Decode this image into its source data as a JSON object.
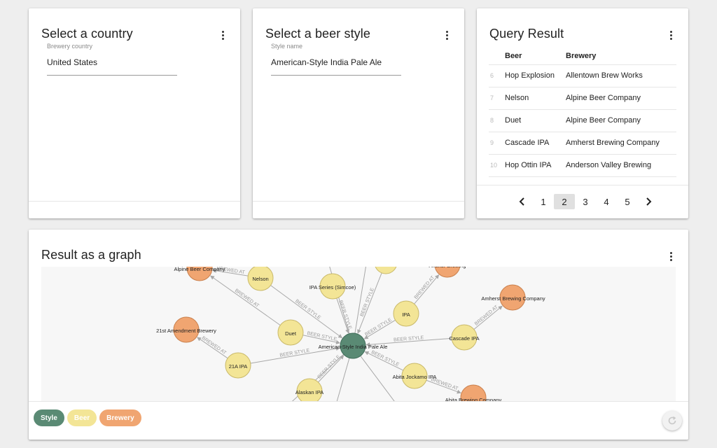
{
  "colors": {
    "style": "#5a8a74",
    "beer": "#f3e596",
    "brewery": "#f0a571",
    "edge": "#a8a8a8"
  },
  "country_card": {
    "title": "Select a country",
    "field_label": "Brewery country",
    "field_value": "United States"
  },
  "style_card": {
    "title": "Select a beer style",
    "field_label": "Style name",
    "field_value": "American-Style India Pale Ale"
  },
  "result_card": {
    "title": "Query Result",
    "columns": [
      "Beer",
      "Brewery"
    ],
    "rows": [
      {
        "index": "6",
        "beer": "Hop Explosion",
        "brewery": "Allentown Brew Works"
      },
      {
        "index": "7",
        "beer": "Nelson",
        "brewery": "Alpine Beer Company"
      },
      {
        "index": "8",
        "beer": "Duet",
        "brewery": "Alpine Beer Company"
      },
      {
        "index": "9",
        "beer": "Cascade IPA",
        "brewery": "Amherst Brewing Company"
      },
      {
        "index": "10",
        "beer": "Hop Ottin IPA",
        "brewery": "Anderson Valley Brewing"
      }
    ],
    "pagination": {
      "pages": [
        "1",
        "2",
        "3",
        "4",
        "5"
      ],
      "current": "2"
    }
  },
  "graph_card": {
    "title": "Result as a graph",
    "legend": [
      "Style",
      "Beer",
      "Brewery"
    ],
    "edge_labels": {
      "style": "BEER STYLE",
      "brewed": "BREWED AT"
    },
    "nodes": [
      {
        "id": "style",
        "label": "American-Style India Pale Ale",
        "type": "style"
      },
      {
        "id": "nelson",
        "label": "Nelson",
        "type": "beer"
      },
      {
        "id": "ipaseries",
        "label": "IPA Series (Simcoe)",
        "type": "beer"
      },
      {
        "id": "topbeer",
        "label": "",
        "type": "beer"
      },
      {
        "id": "ipa",
        "label": "IPA",
        "type": "beer"
      },
      {
        "id": "cascade",
        "label": "Cascade IPA",
        "type": "beer"
      },
      {
        "id": "duet",
        "label": "Duet",
        "type": "beer"
      },
      {
        "id": "21aipa",
        "label": "21A IPA",
        "type": "beer"
      },
      {
        "id": "alaskan",
        "label": "Alaskan IPA",
        "type": "beer"
      },
      {
        "id": "abita",
        "label": "Abita Jockamo IPA",
        "type": "beer"
      },
      {
        "id": "alpine",
        "label": "Alpine Beer Company",
        "type": "brewery"
      },
      {
        "id": "amendment",
        "label": "21st Amendment Brewery",
        "type": "brewery"
      },
      {
        "id": "amherst",
        "label": "Amherst Brewing Company",
        "type": "brewery"
      },
      {
        "id": "topbrewery",
        "label": "Anchor Brewing",
        "type": "brewery"
      },
      {
        "id": "abitaco",
        "label": "Abita Brewing Company",
        "type": "brewery"
      }
    ]
  }
}
